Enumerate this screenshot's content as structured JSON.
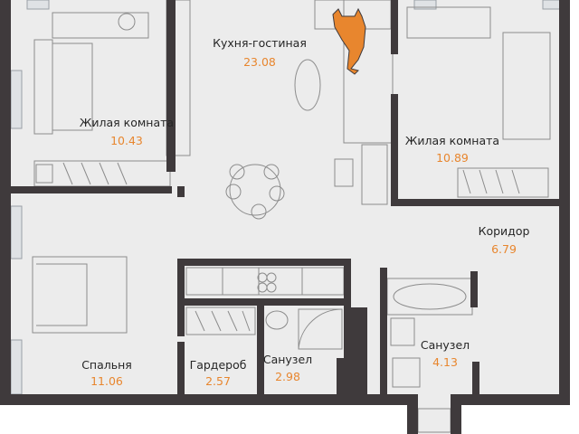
{
  "colors": {
    "wall": "#3f3a3c",
    "floor": "#ececec",
    "furniture_line": "#8c8c8c",
    "accent": "#e8862e",
    "window": "#bfc3c7",
    "label_text": "#262626"
  },
  "rooms": [
    {
      "name": "Кухня-гостиная",
      "area": "23.08"
    },
    {
      "name": "Жилая комната",
      "area": "10.43"
    },
    {
      "name": "Жилая комната",
      "area": "10.89"
    },
    {
      "name": "Коридор",
      "area": "6.79"
    },
    {
      "name": "Спальня",
      "area": "11.06"
    },
    {
      "name": "Гардероб",
      "area": "2.57"
    },
    {
      "name": "Санузел",
      "area": "2.98"
    },
    {
      "name": "Санузел",
      "area": "4.13"
    }
  ],
  "decor": {
    "mascot_icon": "fox-icon"
  }
}
